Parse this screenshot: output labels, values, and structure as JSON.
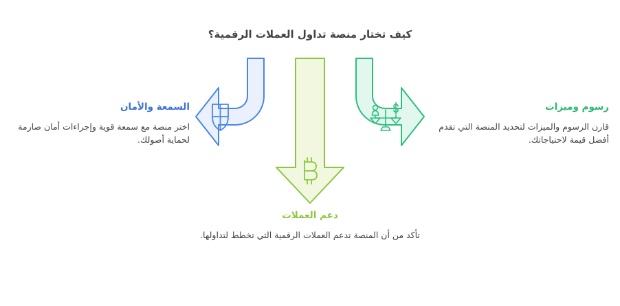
{
  "title": "كيف تختار منصة تداول العملات الرقمية؟",
  "colors": {
    "title_text": "#434343",
    "body_text": "#454545",
    "blue_stroke": "#4a86e8",
    "blue_fill": "#eaf1fd",
    "blue_heading": "#3f73d6",
    "green_stroke": "#2ebd80",
    "green_fill": "#e2f8ee",
    "green_heading": "#2eb872",
    "lime_stroke": "#8cc63e",
    "lime_fill": "#f2f8e0",
    "lime_heading": "#8cc63e"
  },
  "branches": [
    {
      "id": "reputation-security",
      "heading": "السمعة والأمان",
      "body": "اختر منصة مع سمعة قوية وإجراءات أمان صارمة لحماية أصولك.",
      "icon": "shield-icon",
      "direction": "left",
      "color": "#4a86e8"
    },
    {
      "id": "coin-support",
      "heading": "دعم العملات",
      "body": "تأكد من أن المنصة تدعم العملات الرقمية التي تخطط لتداولها.",
      "icon": "bitcoin-icon",
      "direction": "down",
      "color": "#8cc63e"
    },
    {
      "id": "fees-features",
      "heading": "رسوم وميزات",
      "body": "قارن الرسوم والميزات لتحديد المنصة التي تقدم أفضل قيمة لاحتياجاتك.",
      "icon": "balance-scale-icon",
      "direction": "right",
      "color": "#2ebd80"
    }
  ]
}
